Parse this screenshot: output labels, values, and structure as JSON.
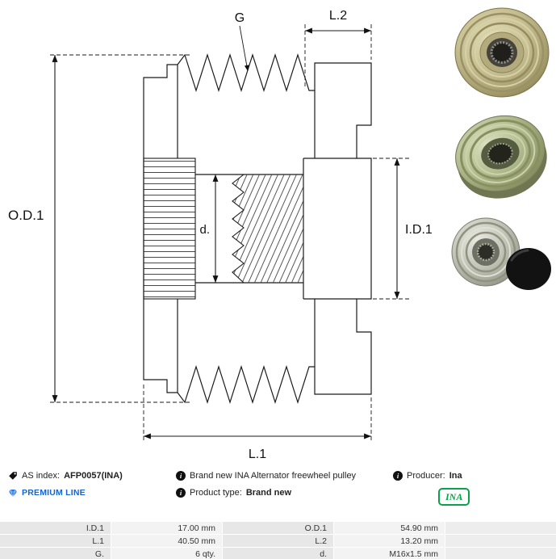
{
  "drawing": {
    "labels": {
      "od1": "O.D.1",
      "id1": "I.D.1",
      "l1": "L.1",
      "l2": "L.2",
      "g": "G",
      "d": "d."
    }
  },
  "info": {
    "as_index_label": "AS index:",
    "as_index_value": "AFP0057(INA)",
    "description": "Brand new INA Alternator freewheel pulley",
    "producer_label": "Producer:",
    "producer_value": "Ina",
    "premium_line_label": "PREMIUM LINE",
    "product_type_label": "Product type:",
    "product_type_value": "Brand new",
    "brand_logo_text": "INA",
    "info_glyph": "i"
  },
  "specs": {
    "rows": [
      {
        "k1": "I.D.1",
        "v1": "17.00 mm",
        "k2": "O.D.1",
        "v2": "54.90 mm"
      },
      {
        "k1": "L.1",
        "v1": "40.50 mm",
        "k2": "L.2",
        "v2": "13.20 mm"
      },
      {
        "k1": "G.",
        "v1": "6 qty.",
        "k2": "d.",
        "v2": "M16x1.5 mm"
      }
    ]
  },
  "colors": {
    "accent_blue": "#1464d2",
    "brand_green": "#0aa14a",
    "table_label_bg": "#e7e7e7",
    "table_value_bg": "#f3f3f3"
  }
}
